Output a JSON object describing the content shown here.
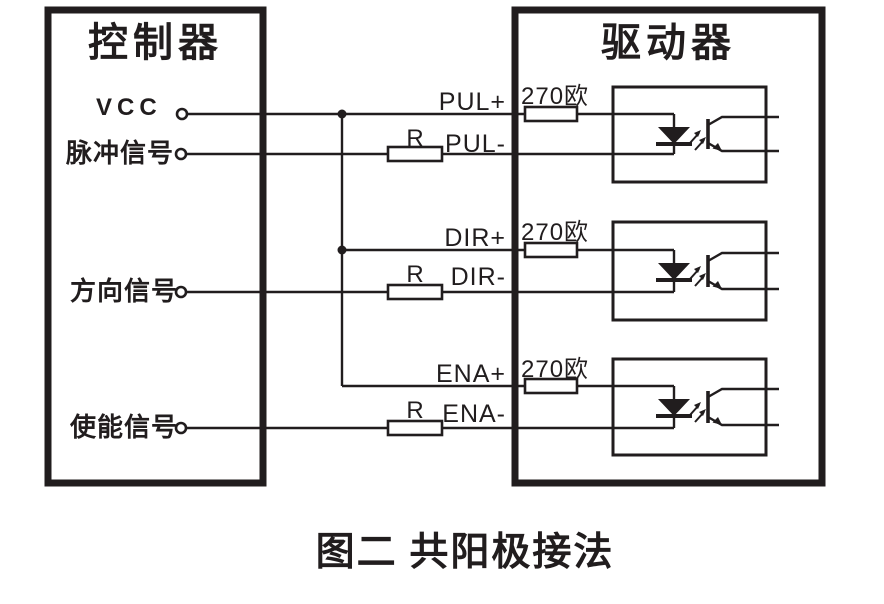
{
  "figure": {
    "caption": "图二 共阳极接法"
  },
  "controller": {
    "title": "控制器",
    "signals": [
      {
        "label": "VCC"
      },
      {
        "label": "脉冲信号"
      },
      {
        "label": "方向信号"
      },
      {
        "label": "使能信号"
      }
    ]
  },
  "driver": {
    "title": "驱动器"
  },
  "channels": [
    {
      "plus": "PUL+",
      "minus": "PUL-",
      "series_resistor": "270欧",
      "shunt_resistor": "R"
    },
    {
      "plus": "DIR+",
      "minus": "DIR-",
      "series_resistor": "270欧",
      "shunt_resistor": "R"
    },
    {
      "plus": "ENA+",
      "minus": "ENA-",
      "series_resistor": "270欧",
      "shunt_resistor": "R"
    }
  ],
  "colors": {
    "ink": "#211d1e",
    "background": "#ffffff"
  }
}
